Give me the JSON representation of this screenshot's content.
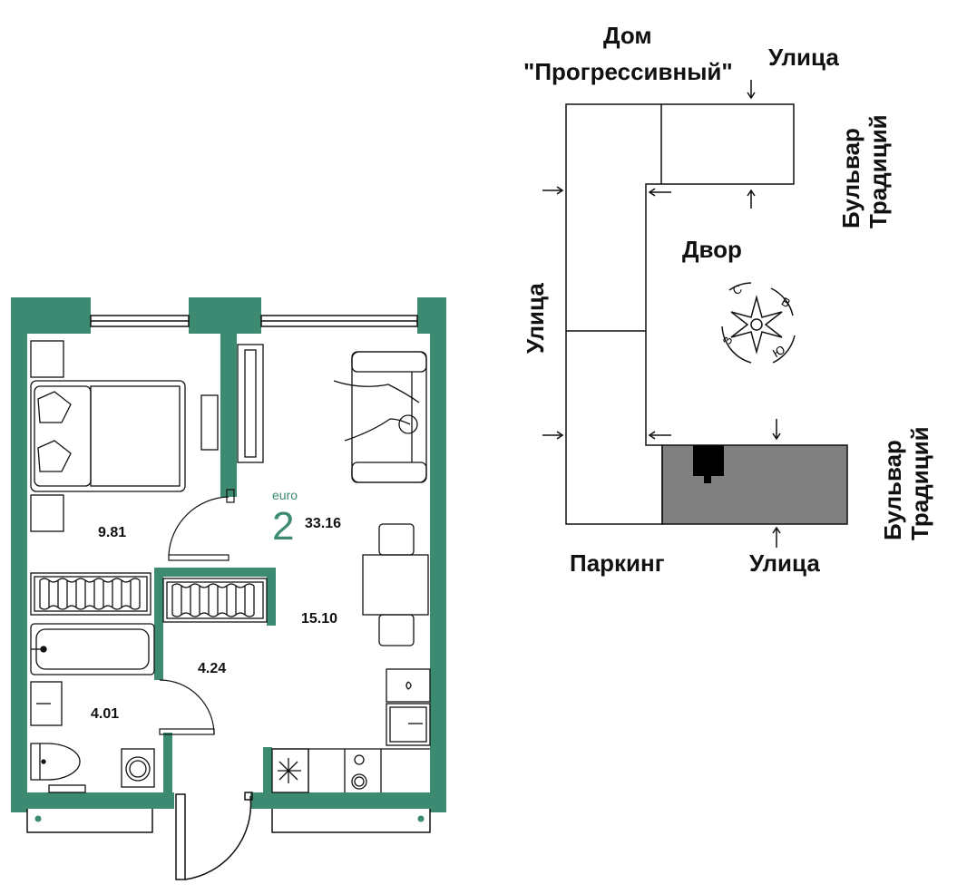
{
  "colors": {
    "wall": "#3c8a72",
    "line": "#111111",
    "section": "#808080",
    "entrance": "#000000"
  },
  "plan": {
    "type_label": "euro",
    "rooms_count": "2",
    "total_area": "33.16",
    "rooms": [
      {
        "name": "bedroom",
        "area": "9.81"
      },
      {
        "name": "kitchen-living",
        "area": "15.10"
      },
      {
        "name": "hall",
        "area": "4.24"
      },
      {
        "name": "bathroom",
        "area": "4.01"
      }
    ]
  },
  "site": {
    "house_line1": "Дом",
    "house_line2": "\"Прогрессивный\"",
    "street_top": "Улица",
    "street_left": "Улица",
    "street_bottom": "Улица",
    "boulevard_top": "Бульвар Традиций",
    "boulevard_bottom": "Бульвар Традиций",
    "yard": "Двор",
    "parking": "Паркинг",
    "compass": {
      "n": "С",
      "e": "В",
      "s": "Ю",
      "w": "З"
    }
  }
}
